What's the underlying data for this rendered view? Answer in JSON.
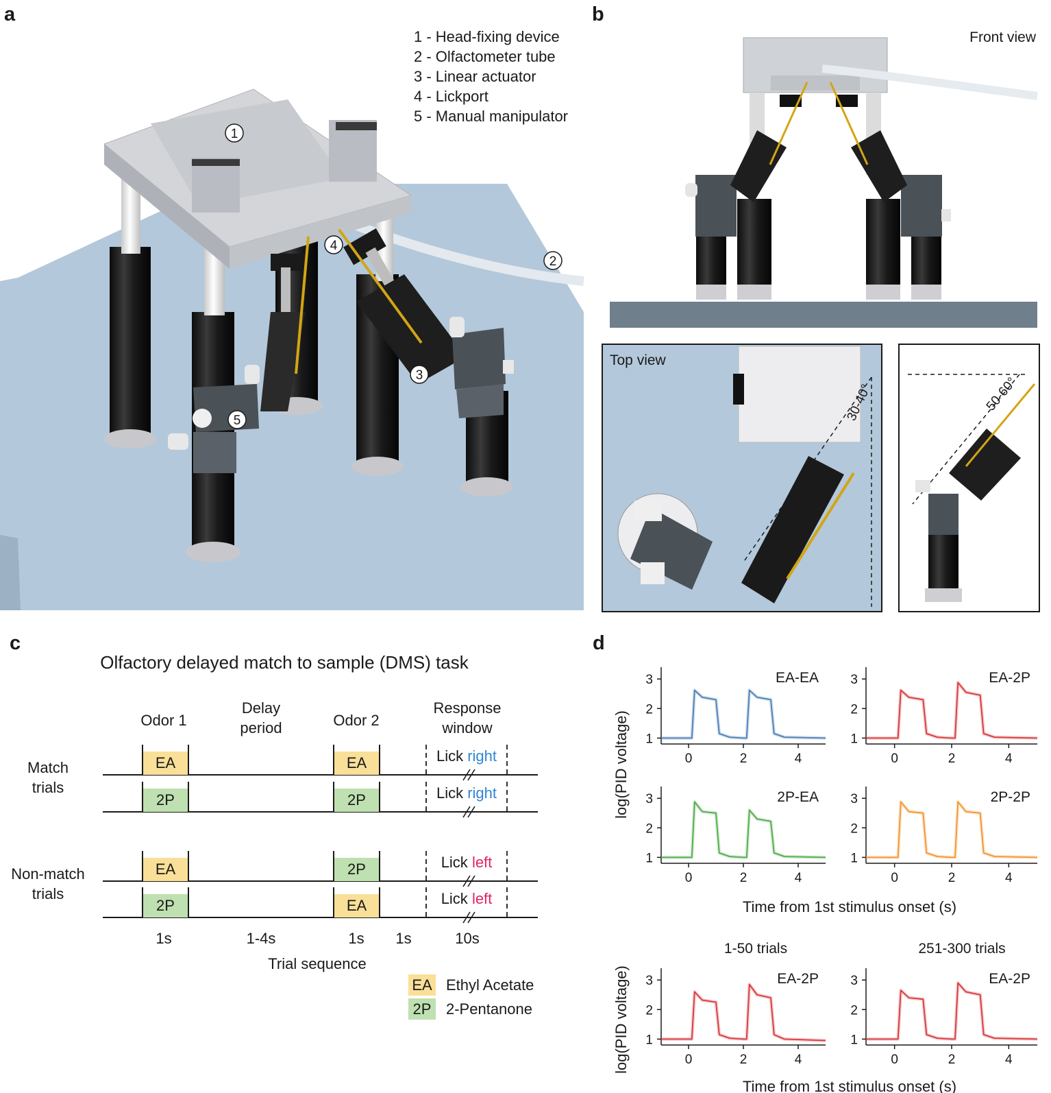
{
  "panels": {
    "a": {
      "label": "a",
      "legend": [
        "1 - Head-fixing device",
        "2 - Olfactometer tube",
        "3 - Linear actuator",
        "4 - Lickport",
        "5 - Manual manipulator"
      ],
      "callouts": [
        "1",
        "2",
        "3",
        "4",
        "5"
      ]
    },
    "b": {
      "label": "b",
      "front_view": "Front view",
      "top_view": "Top view",
      "angle_top": "30-40°",
      "angle_side": "50-60°"
    },
    "c": {
      "label": "c",
      "title": "Olfactory delayed match to sample (DMS) task",
      "headers": {
        "odor1": "Odor 1",
        "delay": [
          "Delay",
          "period"
        ],
        "odor2": "Odor 2",
        "response": [
          "Response",
          "window"
        ]
      },
      "row_groups": [
        {
          "label": [
            "Match",
            "trials"
          ],
          "rows": [
            {
              "odor1": "EA",
              "odor2": "EA",
              "lick": "Lick ",
              "side": "right"
            },
            {
              "odor1": "2P",
              "odor2": "2P",
              "lick": "Lick ",
              "side": "right"
            }
          ]
        },
        {
          "label": [
            "Non-match",
            "trials"
          ],
          "rows": [
            {
              "odor1": "EA",
              "odor2": "2P",
              "lick": "Lick ",
              "side": "left"
            },
            {
              "odor1": "2P",
              "odor2": "EA",
              "lick": "Lick ",
              "side": "left"
            }
          ]
        }
      ],
      "durations": [
        "1s",
        "1-4s",
        "1s",
        "1s",
        "10s"
      ],
      "xlabel": "Trial sequence",
      "legend": [
        {
          "code": "EA",
          "name": "Ethyl Acetate"
        },
        {
          "code": "2P",
          "name": "2-Pentanone"
        }
      ]
    },
    "d": {
      "label": "d",
      "ylabel": "log(PID voltage)",
      "xlabel": "Time from 1st stimulus onset (s)",
      "bottom_titles": [
        "1-50 trials",
        "251-300 trials"
      ]
    }
  },
  "colors": {
    "ea": "#f9df98",
    "2p": "#bfe0b0",
    "right": "#2f86d4",
    "left": "#e0245e",
    "blue": "#4a7fb5",
    "red": "#d9383b",
    "green": "#4fad4a",
    "orange": "#f3952f"
  },
  "chart_data": [
    {
      "type": "line",
      "title": "EA-EA",
      "color": "#4a7fb5",
      "xlim": [
        -1,
        5
      ],
      "ylim": [
        0.8,
        3.4
      ],
      "xticks": [
        0,
        2,
        4
      ],
      "yticks": [
        1,
        2,
        3
      ],
      "x": [
        -1,
        0.12,
        0.22,
        0.5,
        1.0,
        1.12,
        1.5,
        2.0,
        2.12,
        2.22,
        2.5,
        3.0,
        3.12,
        3.5,
        5
      ],
      "y": [
        1.0,
        1.0,
        2.62,
        2.38,
        2.3,
        1.15,
        1.03,
        1.0,
        1.0,
        2.62,
        2.38,
        2.3,
        1.15,
        1.03,
        1.0
      ]
    },
    {
      "type": "line",
      "title": "EA-2P",
      "color": "#d9383b",
      "xlim": [
        -1,
        5
      ],
      "ylim": [
        0.8,
        3.4
      ],
      "xticks": [
        0,
        2,
        4
      ],
      "yticks": [
        1,
        2,
        3
      ],
      "x": [
        -1,
        0.12,
        0.22,
        0.5,
        1.0,
        1.12,
        1.5,
        2.0,
        2.12,
        2.22,
        2.5,
        3.0,
        3.12,
        3.5,
        5
      ],
      "y": [
        1.0,
        1.0,
        2.62,
        2.38,
        2.3,
        1.15,
        1.03,
        1.0,
        1.0,
        2.88,
        2.55,
        2.45,
        1.15,
        1.03,
        1.0
      ]
    },
    {
      "type": "line",
      "title": "2P-EA",
      "color": "#4fad4a",
      "xlim": [
        -1,
        5
      ],
      "ylim": [
        0.8,
        3.4
      ],
      "xticks": [
        0,
        2,
        4
      ],
      "yticks": [
        1,
        2,
        3
      ],
      "x": [
        -1,
        0.12,
        0.22,
        0.5,
        1.0,
        1.12,
        1.5,
        2.0,
        2.12,
        2.22,
        2.5,
        3.0,
        3.12,
        3.5,
        5
      ],
      "y": [
        1.0,
        1.0,
        2.88,
        2.55,
        2.5,
        1.15,
        1.03,
        1.0,
        1.0,
        2.6,
        2.3,
        2.22,
        1.15,
        1.03,
        1.0
      ]
    },
    {
      "type": "line",
      "title": "2P-2P",
      "color": "#f3952f",
      "xlim": [
        -1,
        5
      ],
      "ylim": [
        0.8,
        3.4
      ],
      "xticks": [
        0,
        2,
        4
      ],
      "yticks": [
        1,
        2,
        3
      ],
      "x": [
        -1,
        0.12,
        0.22,
        0.5,
        1.0,
        1.12,
        1.5,
        2.0,
        2.12,
        2.22,
        2.5,
        3.0,
        3.12,
        3.5,
        5
      ],
      "y": [
        1.0,
        1.0,
        2.88,
        2.55,
        2.5,
        1.15,
        1.03,
        1.0,
        1.0,
        2.88,
        2.55,
        2.5,
        1.15,
        1.03,
        1.0
      ]
    },
    {
      "type": "line",
      "title": "EA-2P",
      "color": "#d9383b",
      "xlim": [
        -1,
        5
      ],
      "ylim": [
        0.8,
        3.4
      ],
      "xticks": [
        0,
        2,
        4
      ],
      "yticks": [
        1,
        2,
        3
      ],
      "x": [
        -1,
        0.12,
        0.22,
        0.5,
        1.0,
        1.12,
        1.5,
        2.0,
        2.12,
        2.22,
        2.5,
        3.0,
        3.12,
        3.5,
        5
      ],
      "y": [
        1.0,
        1.0,
        2.6,
        2.32,
        2.25,
        1.15,
        1.03,
        1.0,
        1.0,
        2.85,
        2.5,
        2.4,
        1.15,
        1.0,
        0.95
      ]
    },
    {
      "type": "line",
      "title": "EA-2P",
      "color": "#d9383b",
      "xlim": [
        -1,
        5
      ],
      "ylim": [
        0.8,
        3.4
      ],
      "xticks": [
        0,
        2,
        4
      ],
      "yticks": [
        1,
        2,
        3
      ],
      "x": [
        -1,
        0.12,
        0.22,
        0.5,
        1.0,
        1.12,
        1.5,
        2.0,
        2.12,
        2.22,
        2.5,
        3.0,
        3.12,
        3.5,
        5
      ],
      "y": [
        1.0,
        1.0,
        2.65,
        2.4,
        2.35,
        1.15,
        1.03,
        1.0,
        1.0,
        2.9,
        2.6,
        2.5,
        1.15,
        1.03,
        1.0
      ]
    }
  ]
}
